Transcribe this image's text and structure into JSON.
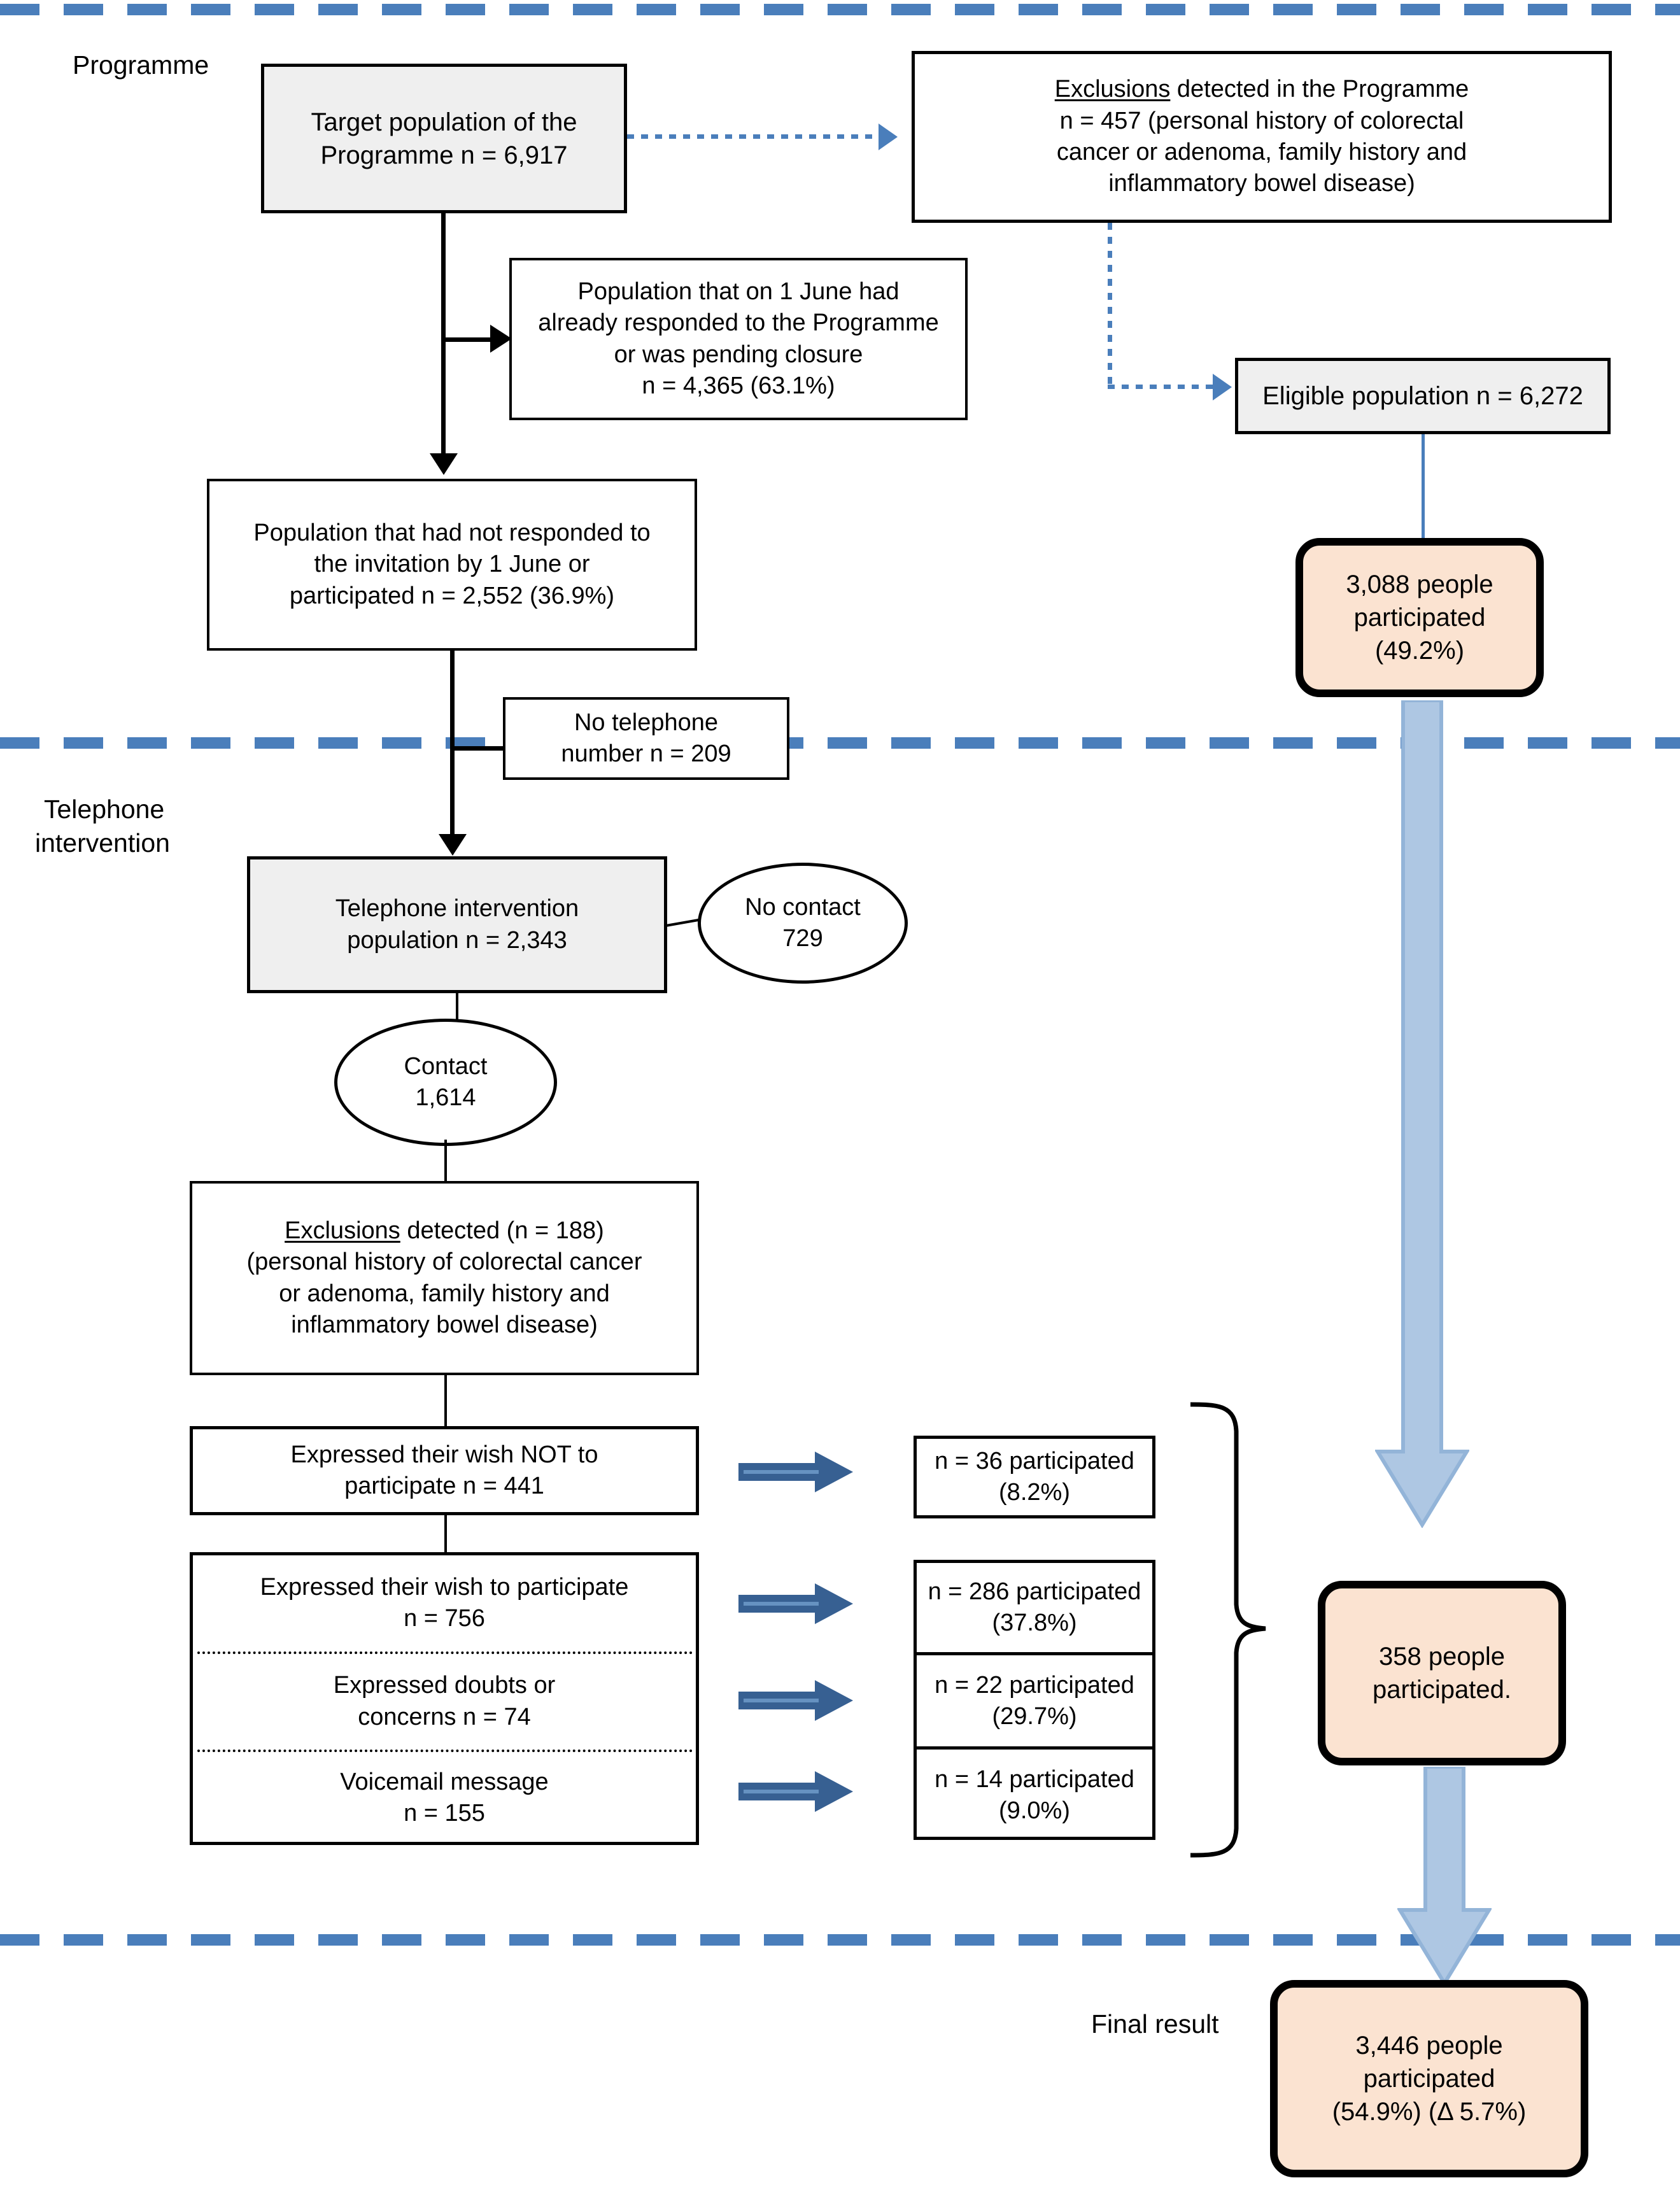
{
  "sections": {
    "programme_label": "Programme",
    "telephone_label": "Telephone\nintervention",
    "telephone_label_line1": "Telephone",
    "telephone_label_line2": "intervention",
    "final_label": "Final result"
  },
  "colors": {
    "separator_blue": "#4a7ebb",
    "block_arrow_blue": "#376092",
    "big_arrow_blue": "#aec7e3",
    "result_fill": "#fbe3d1",
    "grey_fill": "#efefef",
    "outline": "#000000"
  },
  "nodes": {
    "target_population": {
      "line1": "Target population of the",
      "line2": "Programme n = 6,917"
    },
    "exclusions_programme": {
      "lead": "Exclusions",
      "line1_rest": " detected in the Programme",
      "line2": "n = 457 (personal history of colorectal",
      "line3": "cancer or adenoma, family history and",
      "line4": "inflammatory bowel disease)"
    },
    "already_responded": {
      "line1": "Population that on 1 June had",
      "line2": "already responded to the Programme",
      "line3": "or was pending closure",
      "line4": "n = 4,365 (63.1%)"
    },
    "eligible_population": {
      "line1": "Eligible population n = 6,272"
    },
    "participated_programme": {
      "line1": "3,088 people",
      "line2": "participated",
      "line3": "(49.2%)"
    },
    "not_responded": {
      "line1": "Population that had not responded to",
      "line2": "the invitation by 1 June or",
      "line3": "participated n = 2,552 (36.9%)"
    },
    "no_telephone": {
      "line1": "No telephone",
      "line2": "number n = 209"
    },
    "telephone_population": {
      "line1": "Telephone intervention",
      "line2": "population n = 2,343"
    },
    "no_contact": {
      "line1": "No contact",
      "line2": "729"
    },
    "contact": {
      "line1": "Contact",
      "line2": "1,614"
    },
    "exclusions_detected": {
      "lead": "Exclusions",
      "line1_rest": " detected (n = 188)",
      "line2": "(personal history of colorectal cancer",
      "line3": "or adenoma, family history and",
      "line4": "inflammatory bowel disease)"
    },
    "wish_not_participate": {
      "line1": "Expressed their wish NOT to",
      "line2": "participate n = 441"
    },
    "wish_participate": {
      "line1": "Expressed their wish to participate",
      "line2": "n = 756"
    },
    "doubts_concerns": {
      "line1": "Expressed doubts or",
      "line2": "concerns n = 74"
    },
    "voicemail": {
      "line1": "Voicemail message",
      "line2": "n = 155"
    },
    "out_36": {
      "line1": "n = 36 participated",
      "line2": "(8.2%)"
    },
    "out_286": {
      "line1": "n = 286 participated",
      "line2": "(37.8%)"
    },
    "out_22": {
      "line1": "n = 22 participated",
      "line2": "(29.7%)"
    },
    "out_14": {
      "line1": "n = 14 participated",
      "line2": "(9.0%)"
    },
    "participated_telephone": {
      "line1": "358 people",
      "line2": "participated."
    },
    "final_result": {
      "line1": "3,446 people",
      "line2": "participated",
      "line3": "(54.9%) (Δ 5.7%)"
    }
  },
  "chart_data": {
    "type": "flow-diagram",
    "title": "Participation flow of a colorectal cancer screening programme with telephone intervention",
    "stages": [
      {
        "id": "target_population",
        "label": "Target population of the Programme",
        "n": 6917,
        "percent": null,
        "section": "Programme"
      },
      {
        "id": "exclusions_programme",
        "label": "Exclusions detected in the Programme",
        "n": 457,
        "percent": null,
        "section": "Programme"
      },
      {
        "id": "already_responded",
        "label": "Population that on 1 June had already responded to the Programme or was pending closure",
        "n": 4365,
        "percent": 63.1,
        "section": "Programme"
      },
      {
        "id": "eligible_population",
        "label": "Eligible population",
        "n": 6272,
        "percent": null,
        "section": "Programme"
      },
      {
        "id": "participated_programme",
        "label": "people participated",
        "n": 3088,
        "percent": 49.2,
        "section": "Programme"
      },
      {
        "id": "not_responded",
        "label": "Population that had not responded to the invitation by 1 June or participated",
        "n": 2552,
        "percent": 36.9,
        "section": "Programme"
      },
      {
        "id": "no_telephone",
        "label": "No telephone number",
        "n": 209,
        "percent": null,
        "section": "Telephone intervention"
      },
      {
        "id": "telephone_population",
        "label": "Telephone intervention population",
        "n": 2343,
        "percent": null,
        "section": "Telephone intervention"
      },
      {
        "id": "no_contact",
        "label": "No contact",
        "n": 729,
        "percent": null,
        "section": "Telephone intervention"
      },
      {
        "id": "contact",
        "label": "Contact",
        "n": 1614,
        "percent": null,
        "section": "Telephone intervention"
      },
      {
        "id": "exclusions_detected",
        "label": "Exclusions detected",
        "n": 188,
        "percent": null,
        "section": "Telephone intervention"
      },
      {
        "id": "wish_not_participate",
        "label": "Expressed their wish NOT to participate",
        "n": 441,
        "percent": null,
        "section": "Telephone intervention",
        "outcome_n": 36,
        "outcome_percent": 8.2
      },
      {
        "id": "wish_participate",
        "label": "Expressed their wish to participate",
        "n": 756,
        "percent": null,
        "section": "Telephone intervention",
        "outcome_n": 286,
        "outcome_percent": 37.8
      },
      {
        "id": "doubts_concerns",
        "label": "Expressed doubts or concerns",
        "n": 74,
        "percent": null,
        "section": "Telephone intervention",
        "outcome_n": 22,
        "outcome_percent": 29.7
      },
      {
        "id": "voicemail",
        "label": "Voicemail message",
        "n": 155,
        "percent": null,
        "section": "Telephone intervention",
        "outcome_n": 14,
        "outcome_percent": 9.0
      },
      {
        "id": "participated_telephone",
        "label": "people participated.",
        "n": 358,
        "percent": null,
        "section": "Telephone intervention"
      },
      {
        "id": "final_result",
        "label": "people participated",
        "n": 3446,
        "percent": 54.9,
        "delta_percent": 5.7,
        "section": "Final result"
      }
    ]
  }
}
